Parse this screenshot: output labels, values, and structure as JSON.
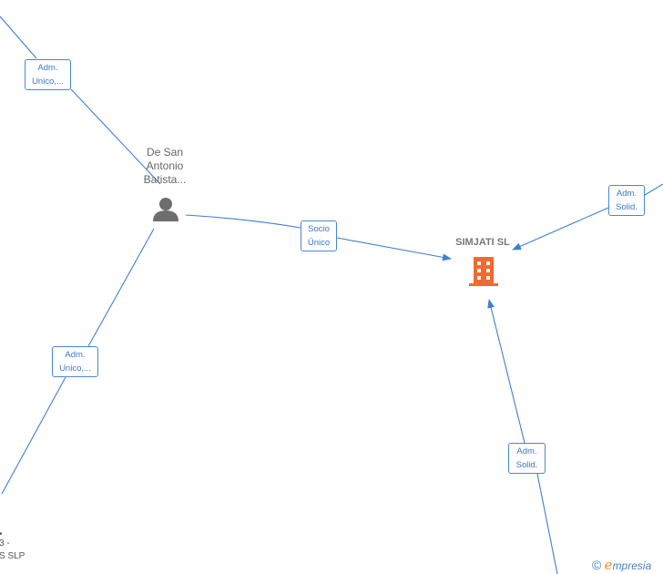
{
  "nodes": {
    "person": {
      "label": "De San\nAntonio\nBatista..."
    },
    "company": {
      "label": "SIMJATI  SL"
    },
    "partial_bottom_left": {
      "line1": "•",
      "line2": "3 -",
      "line3": "S  SLP"
    }
  },
  "edges": {
    "adm_unico_top": {
      "label": "Adm.\nUnico,..."
    },
    "adm_unico_bottom": {
      "label": "Adm.\nUnico,..."
    },
    "socio_unico": {
      "label": "Socio\nÚnico"
    },
    "adm_solid_right": {
      "label": "Adm.\nSolid."
    },
    "adm_solid_bottom": {
      "label": "Adm.\nSolid."
    }
  },
  "brand": {
    "copyright_symbol": "©",
    "name_initial": "e",
    "name_rest": "mpresia"
  },
  "colors": {
    "edge": "#3f7fcf",
    "company_icon": "#f26a2e",
    "person_icon": "#6e6e6e"
  }
}
